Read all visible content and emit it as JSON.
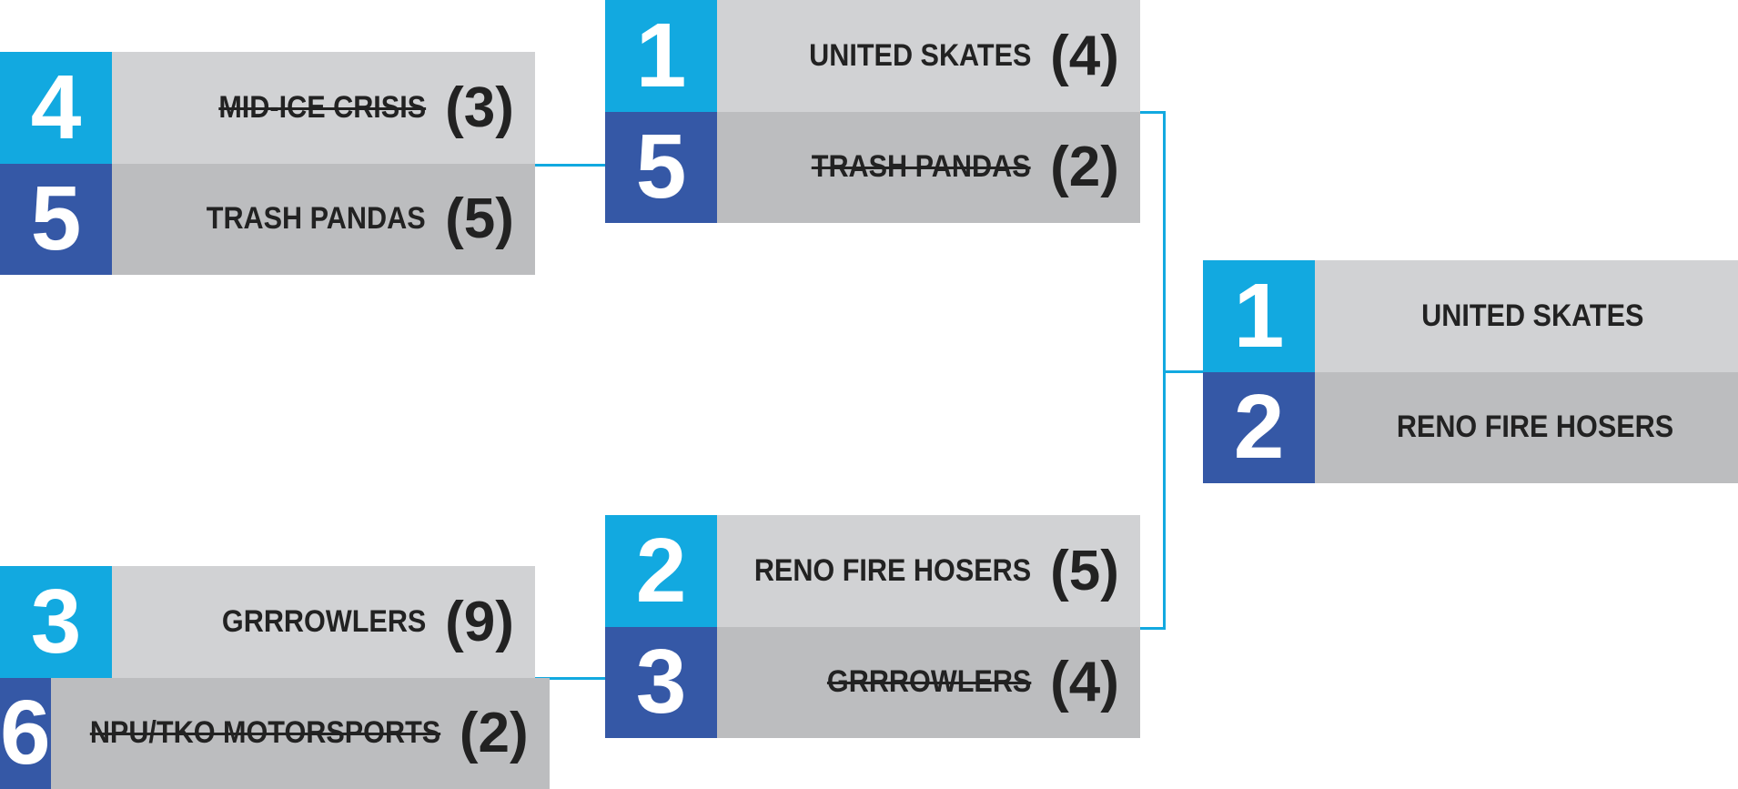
{
  "colors": {
    "top_seed": "#12a9e0",
    "bottom_seed": "#3558a6",
    "connector": "#12a9e0"
  },
  "matches": [
    {
      "id": "qf1",
      "teams": [
        {
          "seed": "4",
          "name": "MID-ICE CRISIS",
          "score": "(3)",
          "eliminated": true
        },
        {
          "seed": "5",
          "name": "TRASH PANDAS",
          "score": "(5)",
          "eliminated": false
        }
      ]
    },
    {
      "id": "qf2",
      "teams": [
        {
          "seed": "3",
          "name": "GRRROWLERS",
          "score": "(9)",
          "eliminated": false
        },
        {
          "seed": "6",
          "name": "NPU/TKO MOTORSPORTS",
          "score": "(2)",
          "eliminated": true
        }
      ]
    },
    {
      "id": "sf1",
      "teams": [
        {
          "seed": "1",
          "name": "UNITED SKATES",
          "score": "(4)",
          "eliminated": false
        },
        {
          "seed": "5",
          "name": "TRASH PANDAS",
          "score": "(2)",
          "eliminated": true
        }
      ]
    },
    {
      "id": "sf2",
      "teams": [
        {
          "seed": "2",
          "name": "RENO FIRE HOSERS",
          "score": "(5)",
          "eliminated": false
        },
        {
          "seed": "3",
          "name": "GRRROWLERS",
          "score": "(4)",
          "eliminated": true
        }
      ]
    },
    {
      "id": "final",
      "teams": [
        {
          "seed": "1",
          "name": "UNITED SKATES"
        },
        {
          "seed": "2",
          "name": "RENO FIRE HOSERS"
        }
      ]
    }
  ]
}
